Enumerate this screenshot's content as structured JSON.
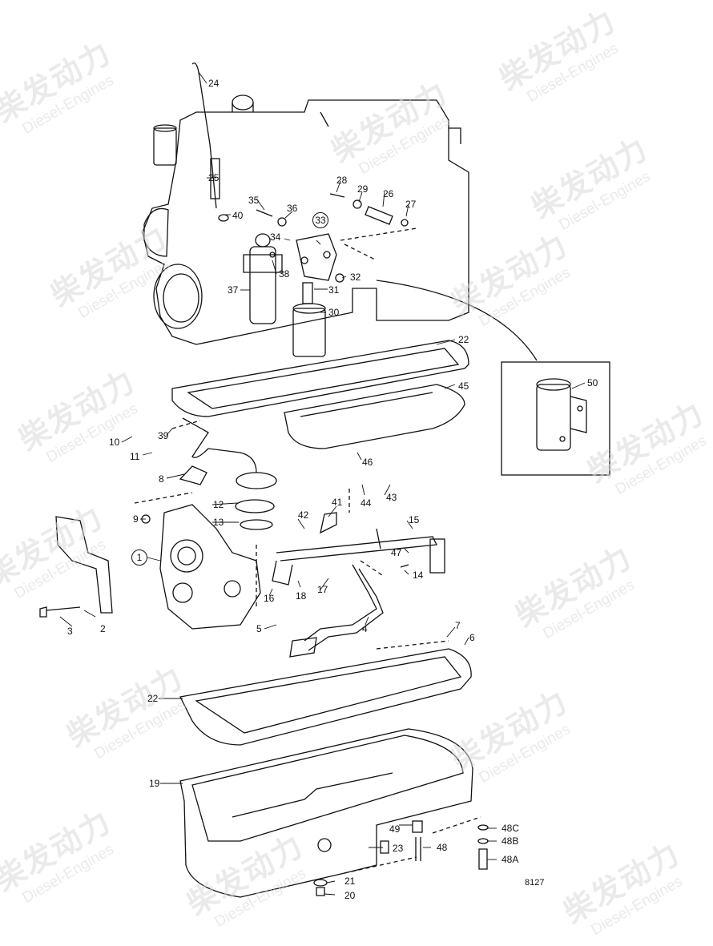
{
  "watermark": {
    "brand_cn": "柴发动力",
    "brand_en": "Diesel-Engines"
  },
  "figure_number": "8127",
  "callouts": {
    "c1": "1",
    "c2": "2",
    "c3": "3",
    "c4": "4",
    "c5": "5",
    "c6": "6",
    "c7": "7",
    "c8": "8",
    "c9": "9",
    "c10": "10",
    "c11": "11",
    "c12": "12",
    "c13": "13",
    "c14": "14",
    "c15": "15",
    "c16": "16",
    "c17": "17",
    "c18": "18",
    "c19": "19",
    "c20": "20",
    "c21": "21",
    "c22a": "22",
    "c22b": "22",
    "c23": "23",
    "c24": "24",
    "c25": "25",
    "c26": "26",
    "c27": "27",
    "c28": "28",
    "c29": "29",
    "c30": "30",
    "c31": "31",
    "c32": "32",
    "c33": "33",
    "c34": "34",
    "c35": "35",
    "c36": "36",
    "c37": "37",
    "c38": "38",
    "c39": "39",
    "c40": "40",
    "c41": "41",
    "c42": "42",
    "c43": "43",
    "c44": "44",
    "c45": "45",
    "c46": "46",
    "c47": "47",
    "c48": "48",
    "c48a": "48A",
    "c48b": "48B",
    "c48c": "48C",
    "c49": "49",
    "c50": "50"
  }
}
